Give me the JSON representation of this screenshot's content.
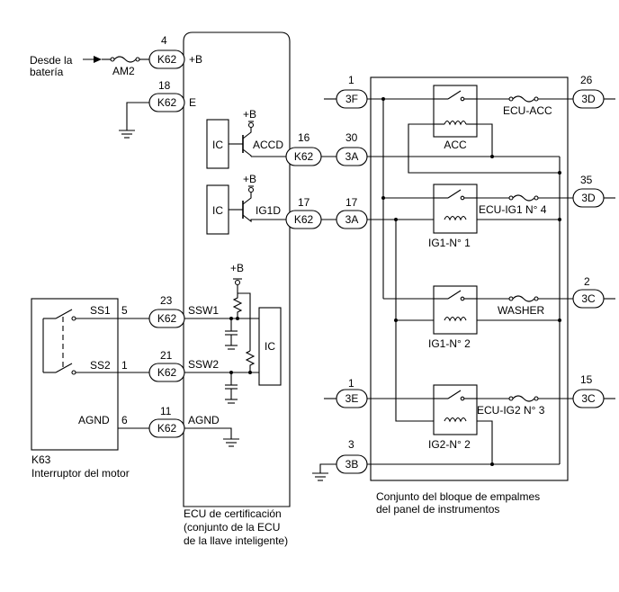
{
  "battery": {
    "line1": "Desde la",
    "line2": "batería"
  },
  "fuse_am2": "AM2",
  "k62_connector": "K62",
  "ecu": {
    "pins": [
      "4",
      "18",
      "16",
      "17",
      "23",
      "21",
      "11"
    ],
    "signals": [
      "+B",
      "E",
      "ACCD",
      "IG1D",
      "SSW1",
      "SSW2",
      "AGND"
    ],
    "ic_label": "IC",
    "plus_b": "+B",
    "caption": [
      "ECU de certificación",
      "(conjunto de la ECU",
      "de la llave inteligente)"
    ]
  },
  "switch": {
    "id": "K63",
    "name": "Interruptor del motor",
    "labels": [
      "SS1",
      "SS2",
      "AGND"
    ],
    "pins": [
      "5",
      "1",
      "6"
    ]
  },
  "junction_block": {
    "caption": [
      "Conjunto del bloque de empalmes",
      "del panel de instrumentos"
    ],
    "left_connectors": [
      {
        "pin": "1",
        "name": "3F"
      },
      {
        "pin": "30",
        "name": "3A"
      },
      {
        "pin": "17",
        "name": "3A"
      },
      {
        "pin": "1",
        "name": "3E"
      },
      {
        "pin": "3",
        "name": "3B"
      }
    ],
    "right_connectors": [
      {
        "pin": "26",
        "name": "3D"
      },
      {
        "pin": "35",
        "name": "3D"
      },
      {
        "pin": "2",
        "name": "3C"
      },
      {
        "pin": "15",
        "name": "3C"
      }
    ],
    "relays": [
      "ACC",
      "IG1-N° 1",
      "IG1-N° 2",
      "IG2-N° 2"
    ],
    "fuses": [
      "ECU-ACC",
      "ECU-IG1 N° 4",
      "WASHER",
      "ECU-IG2 N° 3"
    ]
  }
}
